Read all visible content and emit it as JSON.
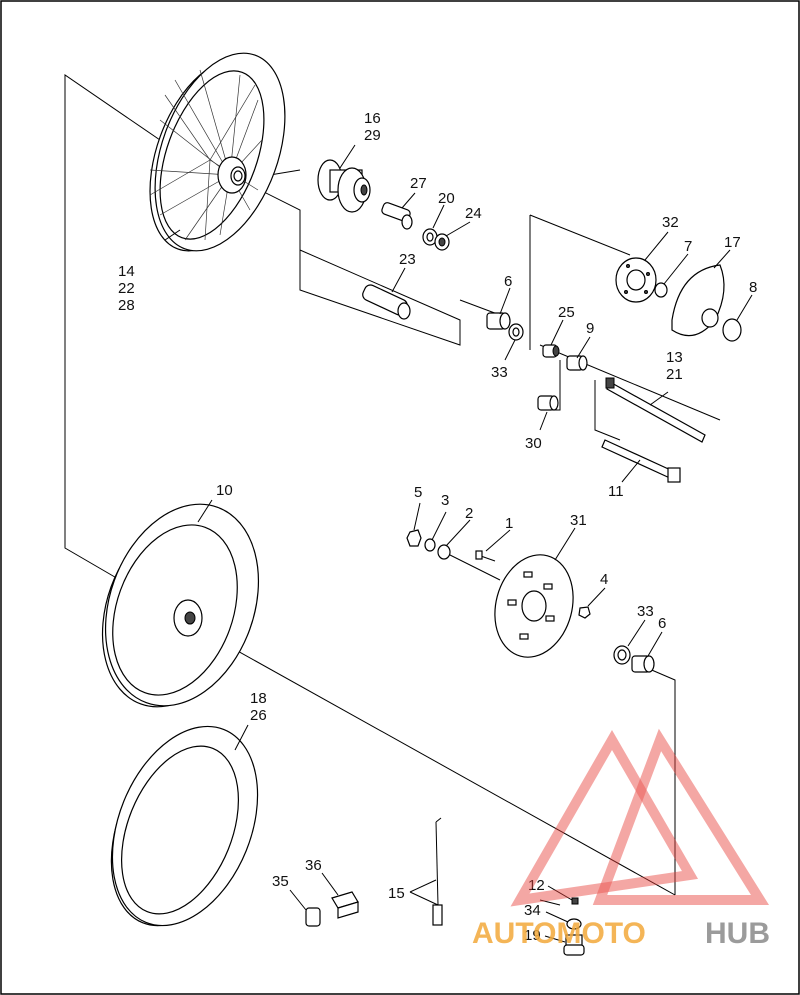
{
  "labels": {
    "l14": "14",
    "l22": "22",
    "l28": "28",
    "l16": "16",
    "l29": "29",
    "l27": "27",
    "l20": "20",
    "l24": "24",
    "l23": "23",
    "l6a": "6",
    "l33a": "33",
    "l25": "25",
    "l9": "9",
    "l30": "30",
    "l32": "32",
    "l7": "7",
    "l17": "17",
    "l8": "8",
    "l13": "13",
    "l21": "21",
    "l11": "11",
    "l10": "10",
    "l5": "5",
    "l3": "3",
    "l2": "2",
    "l1": "1",
    "l31": "31",
    "l4": "4",
    "l33b": "33",
    "l6b": "6",
    "l18": "18",
    "l26": "26",
    "l35": "35",
    "l36": "36",
    "l15": "15",
    "l12": "12",
    "l34": "34",
    "l19": "19"
  },
  "watermark": {
    "text_red": "AUTOMOTO",
    "text_gray": "HUB",
    "color_red": "#e8413c",
    "color_orange": "#f3a93a",
    "color_gray": "#8a8a8a"
  }
}
